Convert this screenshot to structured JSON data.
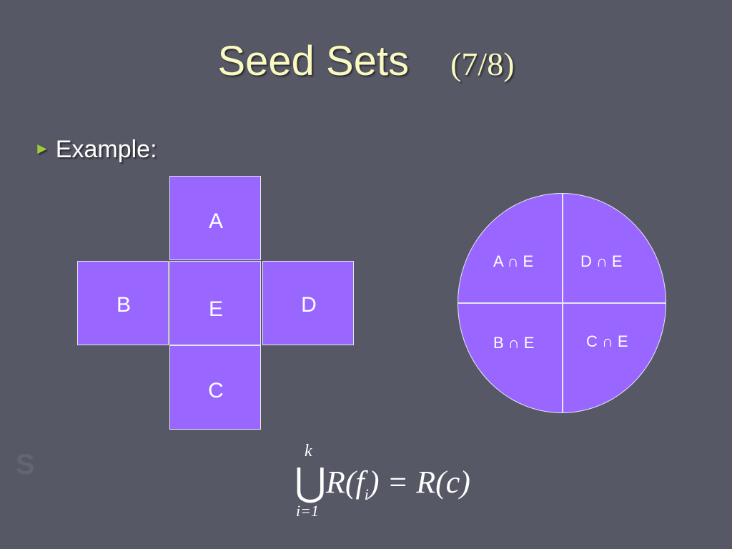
{
  "slide": {
    "title": "Seed Sets",
    "title_suffix": "(7/8)",
    "bullet": "Example:",
    "bullet_icon": "triangle-right-icon",
    "accent_color": "#9ccc3c",
    "shape_fill": "#9966ff",
    "background_color": "#565866"
  },
  "cross": {
    "top": "A",
    "left": "B",
    "center": "E",
    "right": "D",
    "bottom": "C"
  },
  "circle": {
    "top_left": "A ∩ E",
    "top_right": "D ∩ E",
    "bottom_left": "B ∩ E",
    "bottom_right": "C ∩ E"
  },
  "formula": {
    "upper": "k",
    "operator": "⋃",
    "lower": "i=1",
    "lhs_R": "R(",
    "lhs_f": "f",
    "lhs_sub": "i",
    "lhs_close": ")",
    "rhs": " = R(c)"
  }
}
